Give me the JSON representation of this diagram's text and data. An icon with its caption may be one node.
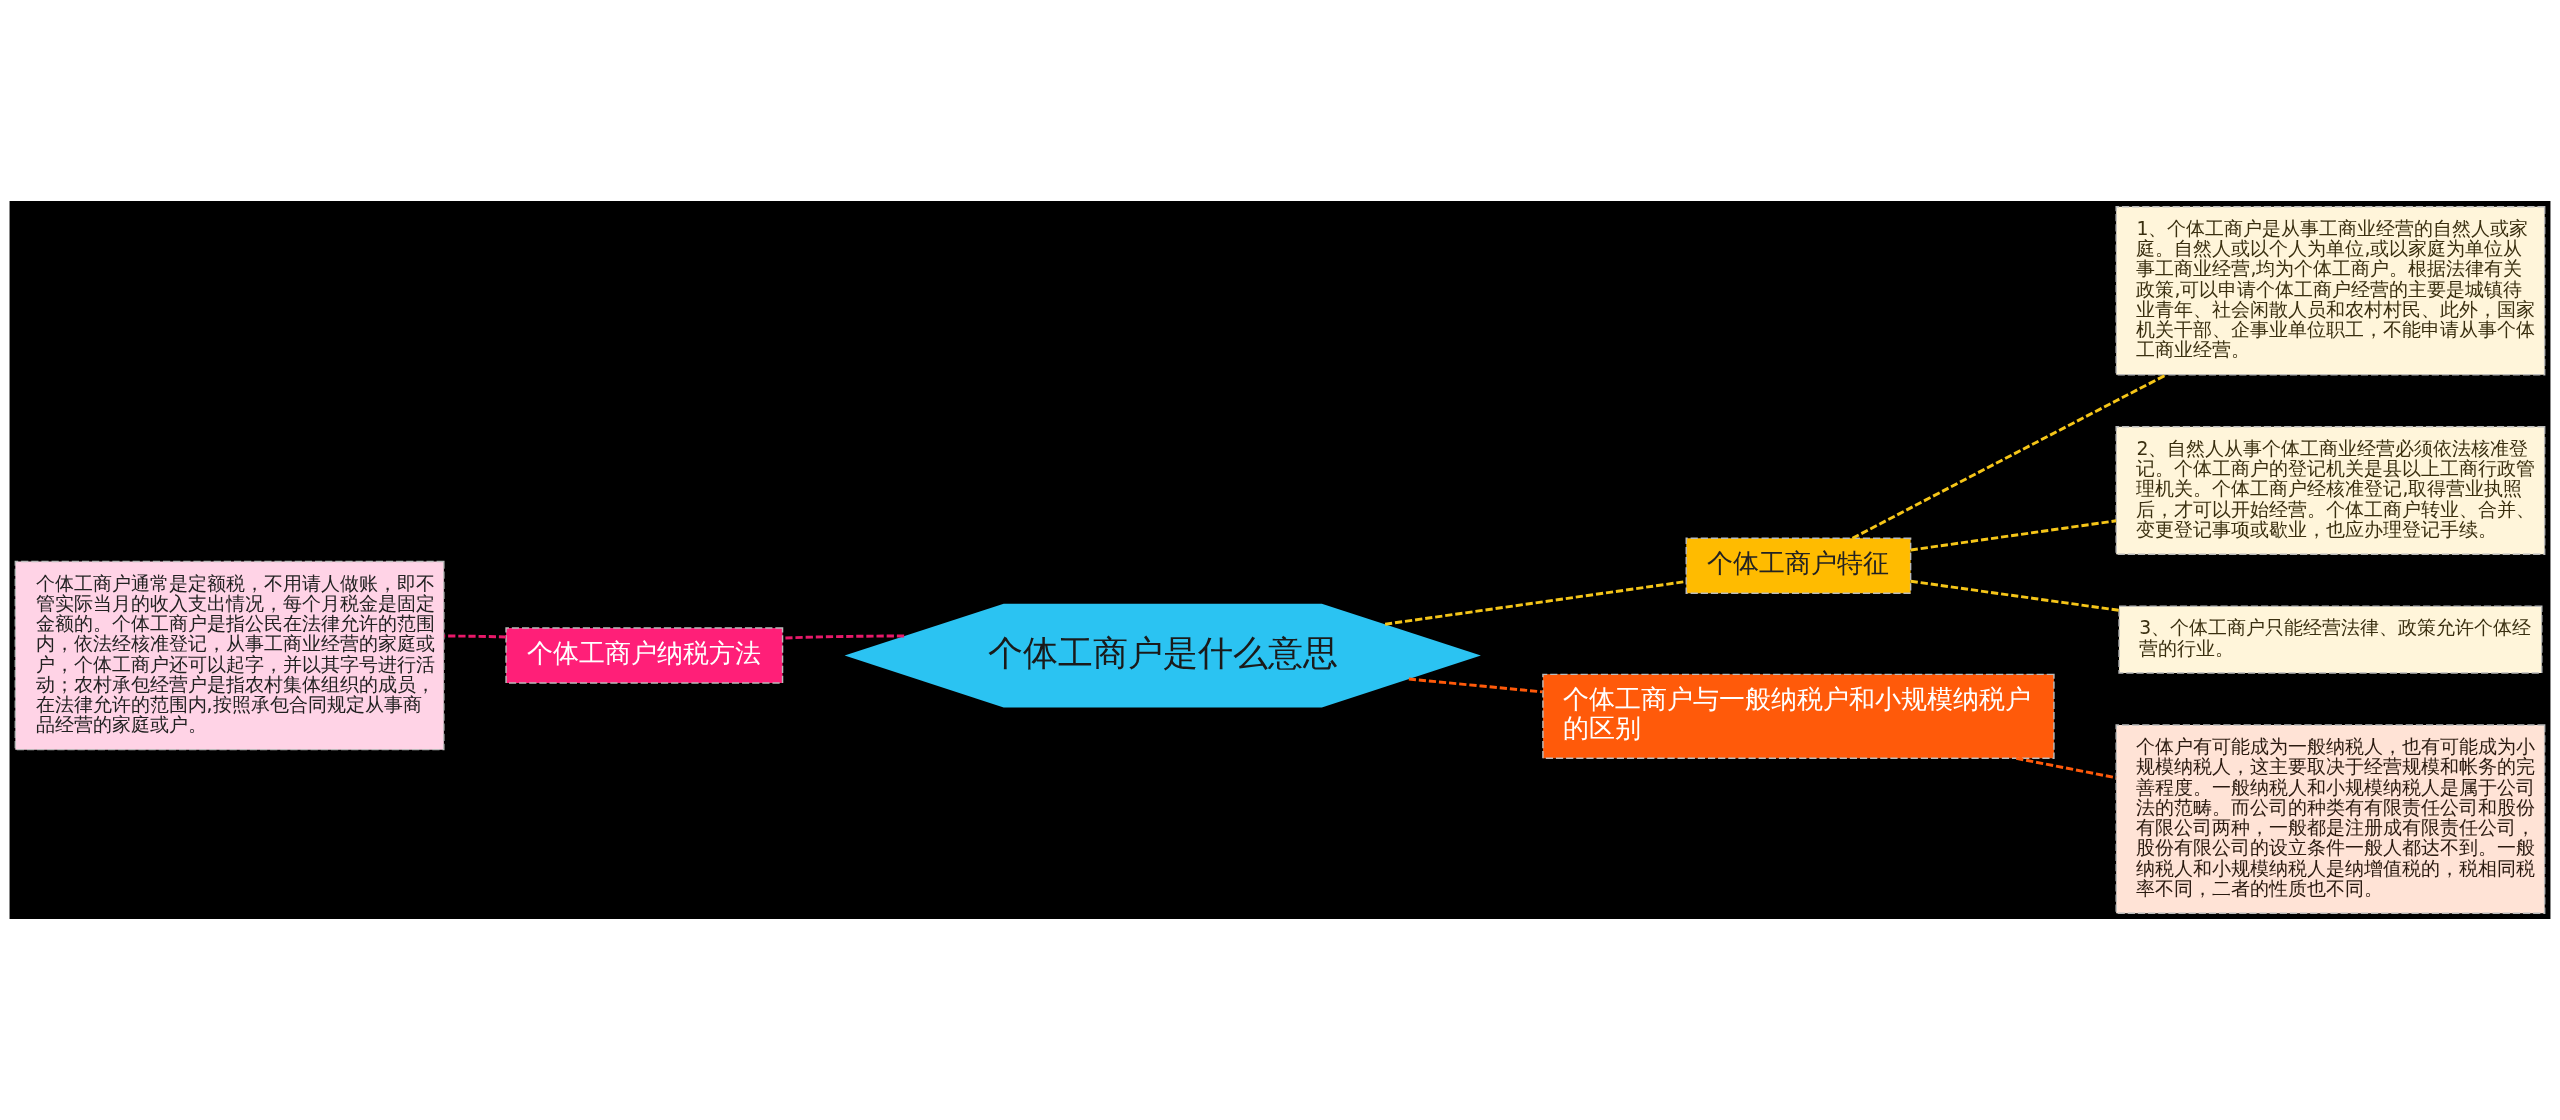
{
  "diagram": {
    "nodes": [
      {
        "text": [
          "个体工商户是什么意思"
        ]
      },
      {
        "text": [
          "个体工商户纳税方法"
        ]
      },
      {
        "text": [
          "个体工商户通常是定额税，不用请人做账，即不管实际当月的收入支出情况，每个月税金是固定金额的。个体工商户是指公民在法律允许的范围内，依法经核准登记，从事工商业经营的家庭或户，个体工商户还可以起字，并以其字号进行活动；农村承包经营户是指农村集体组织的成员，在法律允许的范围内,按照承包合同规定从事商品经营的家庭或户。"
        ]
      },
      {
        "text": [
          "个体工商户特征"
        ]
      },
      {
        "text": [
          "1、个体工商户是从事工商业经营的自然人或家庭。自然人或以个人为单位,或以家庭为单位从事工商业经营,均为个体工商户。根据法律有关政策,可以申请个体工商户经营的主要是城镇待业青年、社会闲散人员和农村村民、此外，国家机关干部、企事业单位职工，不能申请从事个体工商业经营。"
        ]
      },
      {
        "text": [
          "2、自然人从事个体工商业经营必须依法核准登记。个体工商户的登记机关是县以上工商行政管理机关。个体工商户经核准登记,取得营业执照后，才可以开始经营。个体工商户转业、合并、变更登记事项或歇业，也应办理登记手续。"
        ]
      },
      {
        "text": [
          "3、个体工商户只能经营法律、政策允许个体经营的行业。"
        ]
      },
      {
        "text": [
          "个体工商户与一般纳税户和小规模纳税户的区别"
        ]
      },
      {
        "text": [
          "个体户有可能成为一般纳税人，也有可能成为小规模纳税人，这主要取决于经营规模和帐务的完善程度。一般纳税人和小规模纳税人是属于公司法的范畴。而公司的种类有有限责任公司和股份有限公司两种，一般都是注册成有限责任公司，股份有限公司的设立条件一般人都达不到。一般纳税人和小规模纳税人是纳增值税的，税相同税率不同，二者的性质也不同。"
        ]
      }
    ],
    "edges": [
      {
        "from": 0,
        "to": 1,
        "arrow": "none",
        "style": "dashed",
        "color": "#e8196a"
      },
      {
        "from": 1,
        "to": 2,
        "arrow": "none",
        "style": "dashed",
        "color": "#e8196a"
      },
      {
        "from": 0,
        "to": 3,
        "arrow": "none",
        "style": "dashed"
      },
      {
        "from": 3,
        "to": 4,
        "arrow": "none",
        "style": "dashed"
      },
      {
        "from": 3,
        "to": 5,
        "arrow": "none",
        "style": "dashed"
      },
      {
        "from": 3,
        "to": 6,
        "arrow": "none",
        "style": "dashed"
      },
      {
        "from": 0,
        "to": 7,
        "arrow": "none",
        "style": "dashed",
        "color": "#ff5a0a"
      },
      {
        "from": 7,
        "to": 8,
        "arrow": "none",
        "style": "dashed",
        "color": "#ff5a0a"
      }
    ]
  }
}
